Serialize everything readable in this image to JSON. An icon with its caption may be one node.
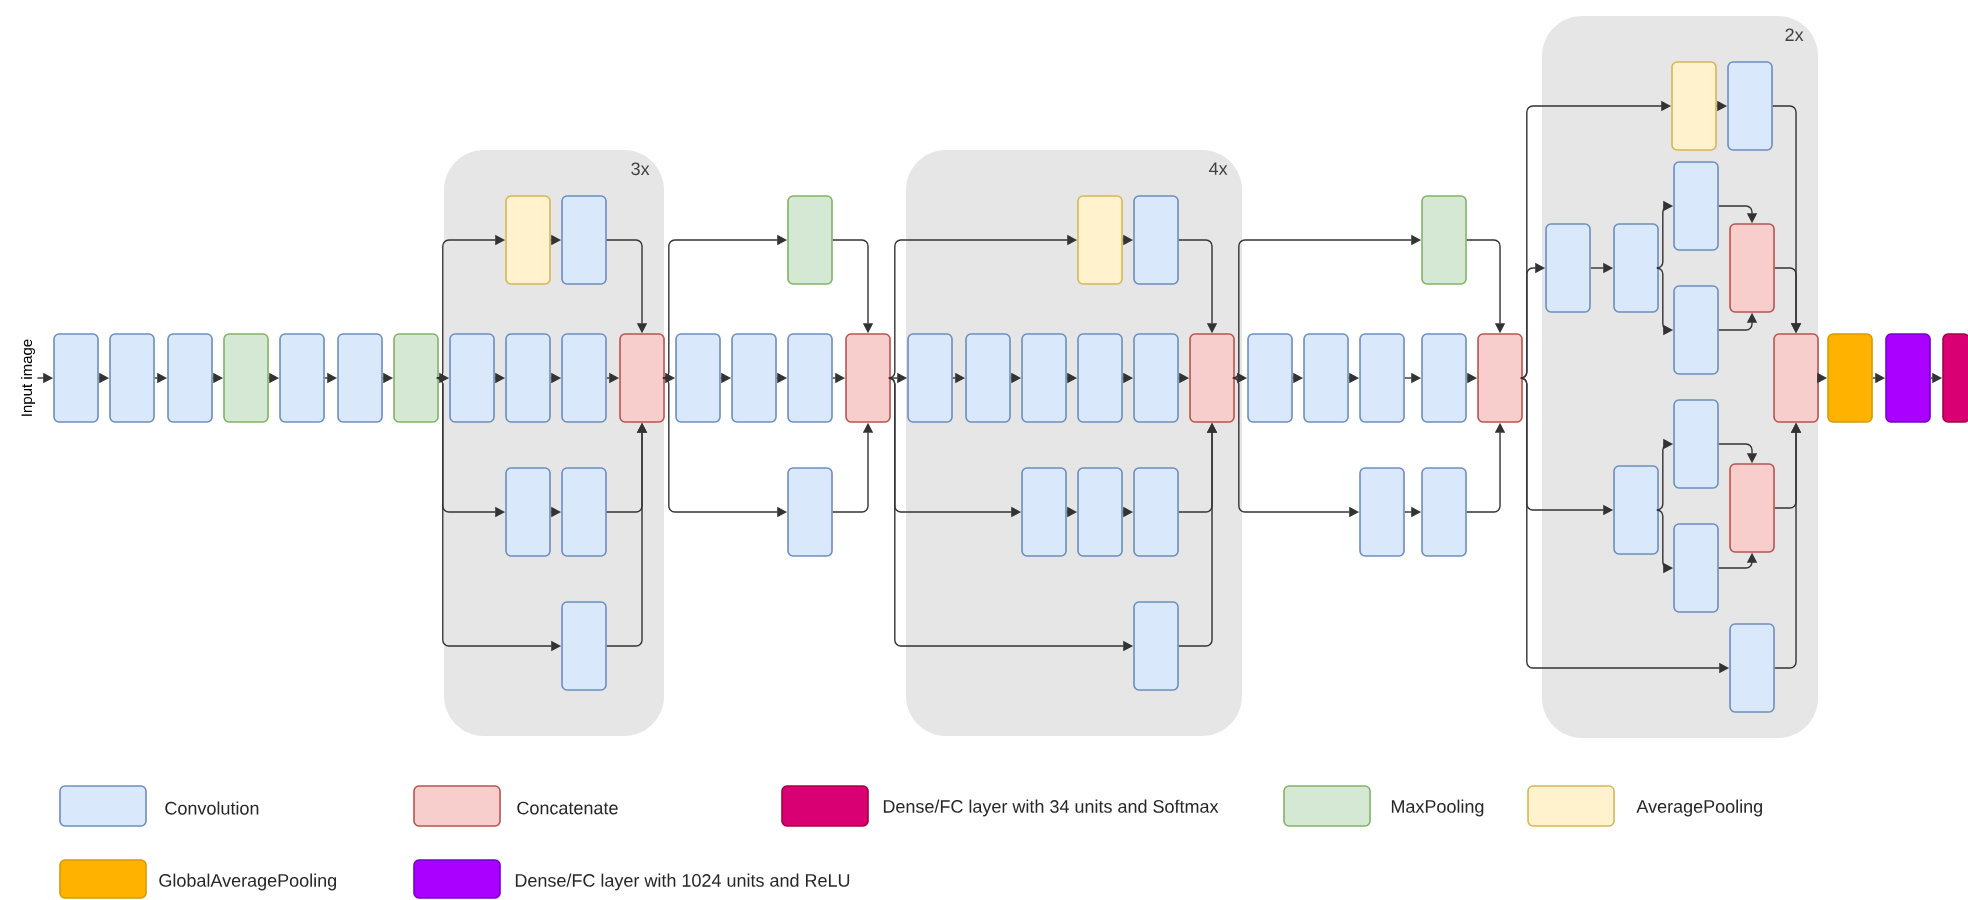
{
  "diagram": {
    "nodes": [
      {
        "text": [
          "Input image"
        ]
      },
      {
        "text": [],
        "shape": "box"
      },
      {
        "text": [],
        "shape": "box"
      },
      {
        "text": [],
        "shape": "box"
      },
      {
        "text": [],
        "shape": "box"
      },
      {
        "text": [],
        "shape": "box"
      },
      {
        "text": [],
        "shape": "box"
      },
      {
        "text": [],
        "shape": "box"
      },
      {
        "text": [
          "3x"
        ]
      },
      {
        "text": [],
        "shape": "box",
        "in": 8
      },
      {
        "text": [],
        "shape": "box",
        "in": 8
      },
      {
        "text": [],
        "shape": "box",
        "in": 8
      },
      {
        "text": [],
        "shape": "box",
        "in": 8
      },
      {
        "text": [],
        "shape": "box",
        "in": 8
      },
      {
        "text": [],
        "shape": "box",
        "in": 8
      },
      {
        "text": [],
        "shape": "box",
        "in": 8
      },
      {
        "text": [],
        "shape": "box",
        "in": 8
      },
      {
        "text": [],
        "shape": "box",
        "in": 8
      },
      {
        "text": [],
        "shape": "box"
      },
      {
        "text": [],
        "shape": "box"
      },
      {
        "text": [],
        "shape": "box"
      },
      {
        "text": [],
        "shape": "box"
      },
      {
        "text": [],
        "shape": "box"
      },
      {
        "text": [],
        "shape": "box"
      },
      {
        "text": [
          "4x"
        ]
      },
      {
        "text": [],
        "shape": "box",
        "in": 24
      },
      {
        "text": [],
        "shape": "box",
        "in": 24
      },
      {
        "text": [],
        "shape": "box",
        "in": 24
      },
      {
        "text": [],
        "shape": "box",
        "in": 24
      },
      {
        "text": [],
        "shape": "box",
        "in": 24
      },
      {
        "text": [],
        "shape": "box",
        "in": 24
      },
      {
        "text": [],
        "shape": "box",
        "in": 24
      },
      {
        "text": [],
        "shape": "box",
        "in": 24
      },
      {
        "text": [],
        "shape": "box",
        "in": 24
      },
      {
        "text": [],
        "shape": "box",
        "in": 24
      },
      {
        "text": [],
        "shape": "box",
        "in": 24
      },
      {
        "text": [],
        "shape": "box",
        "in": 24
      },
      {
        "text": [],
        "shape": "box"
      },
      {
        "text": [],
        "shape": "box"
      },
      {
        "text": [],
        "shape": "box"
      },
      {
        "text": [],
        "shape": "box"
      },
      {
        "text": [],
        "shape": "box"
      },
      {
        "text": [],
        "shape": "box"
      },
      {
        "text": [],
        "shape": "box"
      },
      {
        "text": [],
        "shape": "box"
      },
      {
        "text": [
          "2x"
        ]
      },
      {
        "text": [],
        "shape": "box",
        "in": 45
      },
      {
        "text": [],
        "shape": "box",
        "in": 45
      },
      {
        "text": [],
        "shape": "box",
        "in": 45
      },
      {
        "text": [],
        "shape": "box",
        "in": 45
      },
      {
        "text": [],
        "shape": "box",
        "in": 45
      },
      {
        "text": [],
        "shape": "box",
        "in": 45
      },
      {
        "text": [],
        "shape": "box",
        "in": 45
      },
      {
        "text": [],
        "shape": "box",
        "in": 45
      },
      {
        "text": [],
        "shape": "box",
        "in": 45
      },
      {
        "text": [],
        "shape": "box",
        "in": 45
      },
      {
        "text": [],
        "shape": "box",
        "in": 45
      },
      {
        "text": [],
        "shape": "box",
        "in": 45
      },
      {
        "text": [],
        "shape": "box",
        "in": 45
      },
      {
        "text": [],
        "shape": "box"
      },
      {
        "text": [],
        "shape": "box"
      },
      {
        "text": [],
        "shape": "box"
      }
    ],
    "edges": [
      {
        "from": 0,
        "to": 1,
        "arrow": "to"
      },
      {
        "from": 1,
        "to": 2,
        "arrow": "to"
      },
      {
        "from": 2,
        "to": 3,
        "arrow": "to"
      },
      {
        "from": 3,
        "to": 4,
        "arrow": "to"
      },
      {
        "from": 4,
        "to": 5,
        "arrow": "to"
      },
      {
        "from": 5,
        "to": 6,
        "arrow": "to"
      },
      {
        "from": 6,
        "to": 7,
        "arrow": "to"
      },
      {
        "from": 7,
        "to": 9,
        "arrow": "to"
      },
      {
        "from": 7,
        "to": 11,
        "arrow": "to"
      },
      {
        "from": 7,
        "to": 15,
        "arrow": "to"
      },
      {
        "from": 7,
        "to": 17,
        "arrow": "to"
      },
      {
        "from": 9,
        "to": 10,
        "arrow": "to"
      },
      {
        "from": 11,
        "to": 12,
        "arrow": "to"
      },
      {
        "from": 12,
        "to": 13,
        "arrow": "to"
      },
      {
        "from": 13,
        "to": 14,
        "arrow": "to"
      },
      {
        "from": 15,
        "to": 16,
        "arrow": "to"
      },
      {
        "from": 10,
        "to": 14,
        "arrow": "to"
      },
      {
        "from": 16,
        "to": 14,
        "arrow": "to"
      },
      {
        "from": 17,
        "to": 14,
        "arrow": "to"
      },
      {
        "from": 14,
        "to": 18,
        "arrow": "to"
      },
      {
        "from": 14,
        "to": 19,
        "arrow": "to"
      },
      {
        "from": 14,
        "to": 23,
        "arrow": "to"
      },
      {
        "from": 19,
        "to": 20,
        "arrow": "to"
      },
      {
        "from": 20,
        "to": 21,
        "arrow": "to"
      },
      {
        "from": 21,
        "to": 22,
        "arrow": "to"
      },
      {
        "from": 18,
        "to": 22,
        "arrow": "to"
      },
      {
        "from": 23,
        "to": 22,
        "arrow": "to"
      },
      {
        "from": 22,
        "to": 25,
        "arrow": "to"
      },
      {
        "from": 22,
        "to": 27,
        "arrow": "to"
      },
      {
        "from": 22,
        "to": 33,
        "arrow": "to"
      },
      {
        "from": 22,
        "to": 36,
        "arrow": "to"
      },
      {
        "from": 25,
        "to": 26,
        "arrow": "to"
      },
      {
        "from": 27,
        "to": 28,
        "arrow": "to"
      },
      {
        "from": 28,
        "to": 29,
        "arrow": "to"
      },
      {
        "from": 29,
        "to": 30,
        "arrow": "to"
      },
      {
        "from": 30,
        "to": 31,
        "arrow": "to"
      },
      {
        "from": 31,
        "to": 32,
        "arrow": "to"
      },
      {
        "from": 33,
        "to": 34,
        "arrow": "to"
      },
      {
        "from": 34,
        "to": 35,
        "arrow": "to"
      },
      {
        "from": 26,
        "to": 32,
        "arrow": "to"
      },
      {
        "from": 35,
        "to": 32,
        "arrow": "to"
      },
      {
        "from": 36,
        "to": 32,
        "arrow": "to"
      },
      {
        "from": 32,
        "to": 37,
        "arrow": "to"
      },
      {
        "from": 32,
        "to": 38,
        "arrow": "to"
      },
      {
        "from": 32,
        "to": 43,
        "arrow": "to"
      },
      {
        "from": 38,
        "to": 39,
        "arrow": "to"
      },
      {
        "from": 39,
        "to": 40,
        "arrow": "to"
      },
      {
        "from": 40,
        "to": 41,
        "arrow": "to"
      },
      {
        "from": 41,
        "to": 42,
        "arrow": "to"
      },
      {
        "from": 43,
        "to": 44,
        "arrow": "to"
      },
      {
        "from": 37,
        "to": 42,
        "arrow": "to"
      },
      {
        "from": 44,
        "to": 42,
        "arrow": "to"
      },
      {
        "from": 42,
        "to": 46,
        "arrow": "to"
      },
      {
        "from": 42,
        "to": 48,
        "arrow": "to"
      },
      {
        "from": 42,
        "to": 53,
        "arrow": "to"
      },
      {
        "from": 42,
        "to": 57,
        "arrow": "to"
      },
      {
        "from": 46,
        "to": 47,
        "arrow": "to"
      },
      {
        "from": 48,
        "to": 49,
        "arrow": "to"
      },
      {
        "from": 49,
        "to": 50,
        "arrow": "to"
      },
      {
        "from": 49,
        "to": 51,
        "arrow": "to"
      },
      {
        "from": 50,
        "to": 52,
        "arrow": "to"
      },
      {
        "from": 51,
        "to": 52,
        "arrow": "to"
      },
      {
        "from": 53,
        "to": 54,
        "arrow": "to"
      },
      {
        "from": 53,
        "to": 55,
        "arrow": "to"
      },
      {
        "from": 54,
        "to": 56,
        "arrow": "to"
      },
      {
        "from": 55,
        "to": 56,
        "arrow": "to"
      },
      {
        "from": 47,
        "to": 58,
        "arrow": "to"
      },
      {
        "from": 52,
        "to": 58,
        "arrow": "to"
      },
      {
        "from": 56,
        "to": 58,
        "arrow": "to"
      },
      {
        "from": 57,
        "to": 58,
        "arrow": "to"
      },
      {
        "from": 58,
        "to": 59,
        "arrow": "to"
      },
      {
        "from": 59,
        "to": 60,
        "arrow": "to"
      },
      {
        "from": 60,
        "to": 61,
        "arrow": "to"
      }
    ],
    "legend": [
      {
        "text": "Convolution",
        "color": "#dae8fc"
      },
      {
        "text": "Concatenate",
        "color": "#f8cecc"
      },
      {
        "text": "Dense/FC layer with 34 units and Softmax",
        "color": "#d80073"
      },
      {
        "text": "MaxPooling",
        "color": "#d5e8d4"
      },
      {
        "text": "AveragePooling",
        "color": "#fff2cc"
      },
      {
        "text": "GlobalAveragePooling",
        "color": "#ffb300"
      },
      {
        "text": "Dense/FC layer with 1024 units and ReLU",
        "color": "#aa00ff"
      }
    ]
  }
}
